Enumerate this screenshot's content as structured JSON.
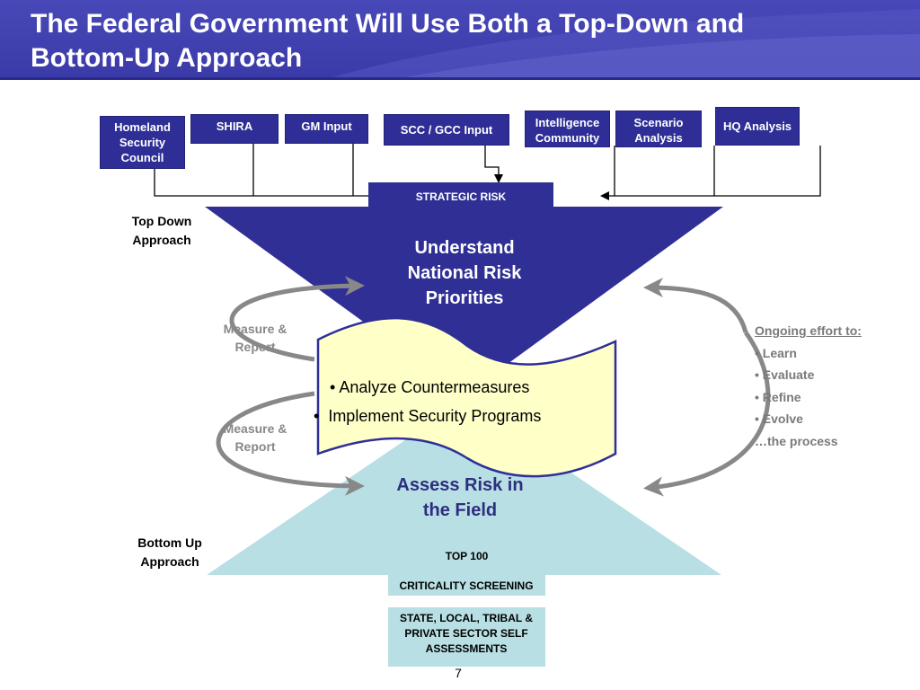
{
  "slide": {
    "title_line1": "The Federal Government Will Use Both a Top-Down and",
    "title_line2": "Bottom-Up Approach",
    "page_number": "7"
  },
  "inputs": {
    "homeland_security_council": "Homeland Security Council",
    "shira": "SHIRA",
    "gm_input": "GM Input",
    "scc_gcc_input": "SCC / GCC Input",
    "intelligence_community": "Intelligence Community",
    "scenario_analysis": "Scenario Analysis",
    "hq_analysis": "HQ Analysis"
  },
  "top_section": {
    "strategic_risk": "STRATEGIC RISK",
    "approach_label": "Top Down Approach",
    "center": "Understand National Risk Priorities"
  },
  "middle": {
    "measure_report_upper": "Measure & Report",
    "measure_report_lower": "Measure & Report",
    "bullets": [
      "Analyze Countermeasures",
      "Implement Security Programs"
    ]
  },
  "ongoing": {
    "heading": "Ongoing effort to:",
    "items": [
      "• Learn",
      "• Evaluate",
      "• Refine",
      "• Evolve",
      "…the process"
    ]
  },
  "bottom_section": {
    "approach_label": "Bottom Up Approach",
    "center": "Assess Risk in the Field",
    "top_100": "TOP 100",
    "criticality": "CRITICALITY SCREENING",
    "assessments": "STATE, LOCAL, TRIBAL & PRIVATE SECTOR SELF ASSESSMENTS"
  },
  "colors": {
    "navy": "#2e2e96",
    "funnel": "#2f2f96",
    "cyan": "#b8dfe4",
    "scroll": "#ffffc8",
    "loop_gray": "#888888"
  }
}
